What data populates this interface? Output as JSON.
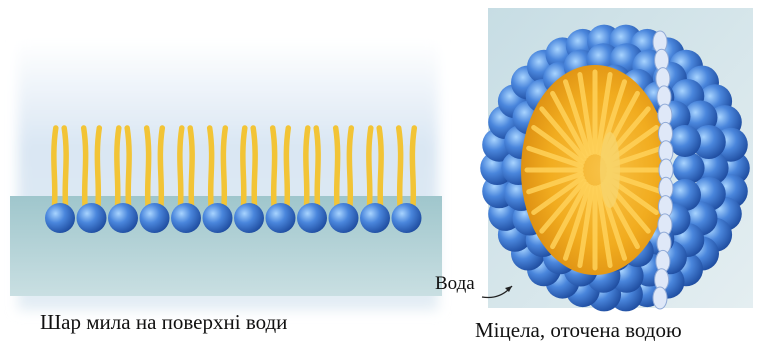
{
  "figure": {
    "left_panel": {
      "caption": "Шар мила на поверхні води"
    },
    "right_panel": {
      "caption": "Міцела, оточена водою",
      "water_label": "Вода"
    }
  },
  "colors": {
    "water": "#a9cbd0",
    "sky": "#dbe7f3",
    "head": "#3f7fd6",
    "tail": "#f2c436",
    "core": "#f0a81e"
  }
}
